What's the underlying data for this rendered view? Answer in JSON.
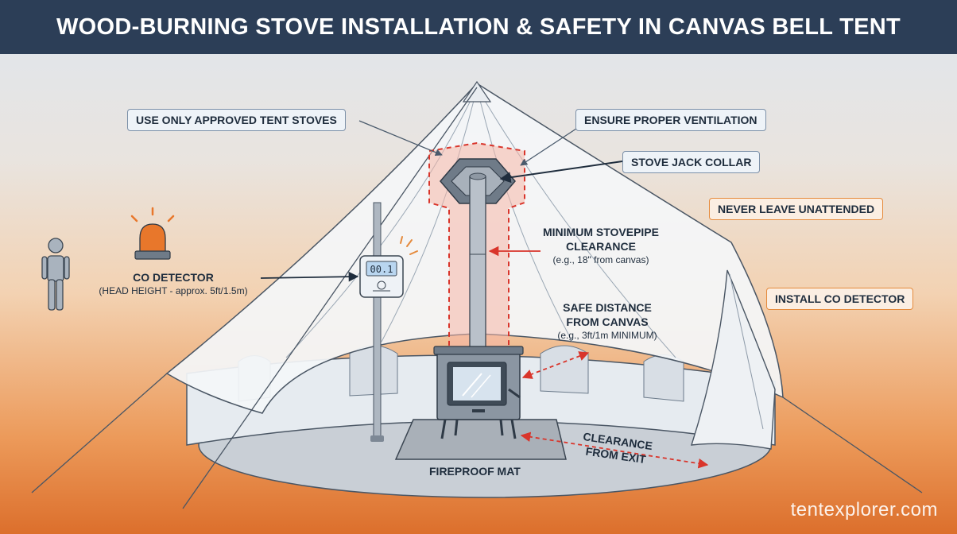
{
  "title": "WOOD-BURNING STOVE INSTALLATION & SAFETY IN CANVAS BELL TENT",
  "labels": {
    "approved_stoves": "USE ONLY APPROVED TENT STOVES",
    "ventilation": "ENSURE PROPER VENTILATION",
    "stove_jack": "STOVE JACK COLLAR",
    "unattended": "NEVER LEAVE UNATTENDED",
    "install_co": "INSTALL CO DETECTOR"
  },
  "co_detector": {
    "title": "CO DETECTOR",
    "subtitle": "(HEAD HEIGHT - approx. 5ft/1.5m)",
    "display": "00.1"
  },
  "stovepipe": {
    "title_line1": "MINIMUM STOVEPIPE",
    "title_line2": "CLEARANCE",
    "subtitle": "(e.g., 18\" from canvas)"
  },
  "safe_distance": {
    "title_line1": "SAFE DISTANCE",
    "title_line2": "FROM CANVAS",
    "subtitle": "(e.g., 3ft/1m MINIMUM)"
  },
  "exit": {
    "line1": "CLEARANCE",
    "line2": "FROM EXIT"
  },
  "fireproof_mat": "FIREPROOF MAT",
  "watermark": "tentexplorer.com",
  "colors": {
    "header": "#2c3e57",
    "warning_red": "#d9352b",
    "accent_orange": "#e58a3c",
    "box_border": "#7c90a8"
  }
}
